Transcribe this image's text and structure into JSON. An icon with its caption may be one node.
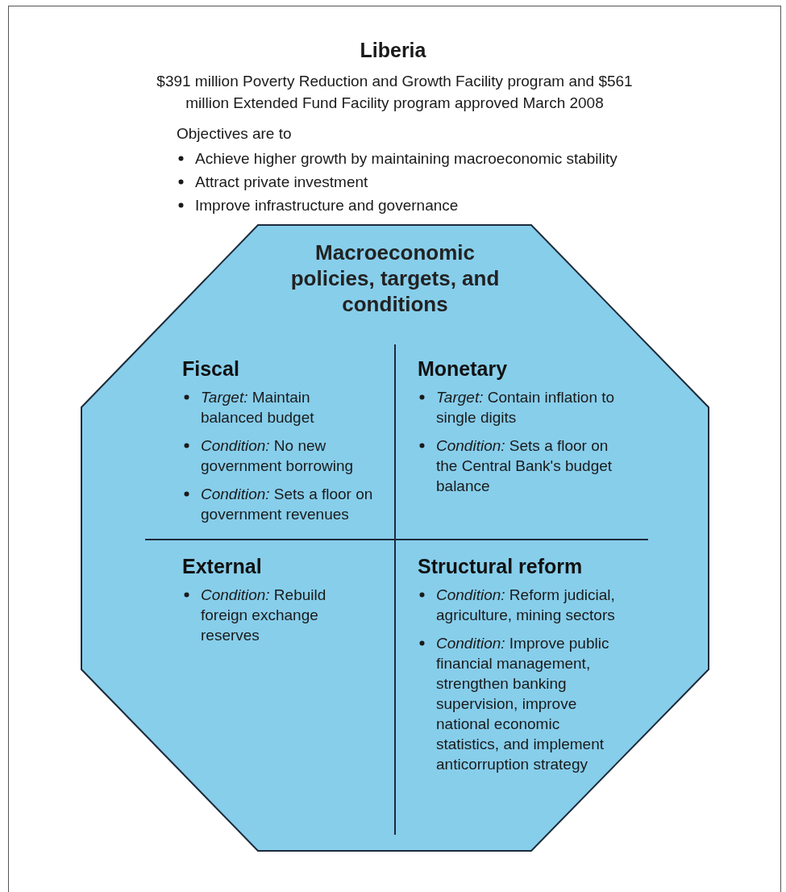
{
  "diagram": {
    "title": "Liberia",
    "nodes": [
      {
        "text": [
          "Macroeconomic policies, targets, and conditions"
        ]
      },
      {
        "text": [
          "Fiscal",
          "*Target:* Maintain balanced budget",
          "*Condition:* No new government borrowing",
          "*Condition:* Sets a floor on government revenues"
        ],
        "in": 0
      },
      {
        "text": [
          "Monetary",
          "*Target:* Contain inflation to single digits",
          "*Condition:* Sets a floor on the Central Bank's budget balance"
        ],
        "in": 0
      },
      {
        "text": [
          "External",
          "*Condition:* Rebuild foreign exchange reserves"
        ],
        "in": 0
      },
      {
        "text": [
          "Structural reform",
          "*Condition:* Reform judicial, agriculture, mining sectors",
          "*Condition:* Improve public financial management, strengthen banking supervision, improve national economic statistics, and implement anticorruption strategy"
        ],
        "in": 0
      }
    ],
    "edges": [],
    "labels": [
      "$391 million Poverty Reduction and Growth Facility program and $561 million Extended Fund Facility program approved March 2008",
      "Objectives are to",
      "Achieve higher growth by maintaining macroeconomic stability",
      "Attract private investment",
      "Improve infrastructure and governance"
    ]
  }
}
